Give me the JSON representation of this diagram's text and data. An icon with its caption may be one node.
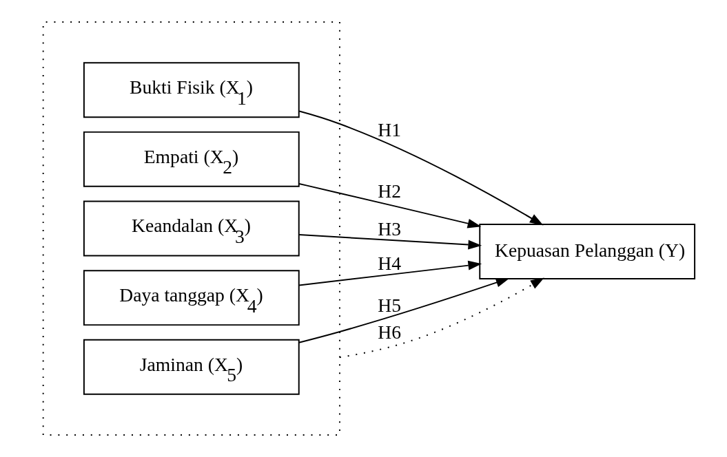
{
  "diagram": {
    "nodes": [
      {
        "text": [],
        "shape": "box"
      },
      {
        "text": [
          "Bukti Fisik (X$_{1}$)"
        ],
        "in": 0
      },
      {
        "text": [
          "Empati (X$_{2}$)"
        ],
        "in": 0
      },
      {
        "text": [
          "Keandalan (X$_{3}$)"
        ],
        "in": 0
      },
      {
        "text": [
          "Daya tanggap (X$_{4}$)"
        ],
        "in": 0
      },
      {
        "text": [
          "Jaminan (X$_{5}$)"
        ],
        "in": 0
      },
      {
        "text": [
          "Kepuasan Pelanggan (Y)"
        ]
      }
    ],
    "edges": [
      {
        "from": 1,
        "to": 6,
        "arrow": "to",
        "label": "H1"
      },
      {
        "from": 2,
        "to": 6,
        "arrow": "to",
        "label": "H2"
      },
      {
        "from": 3,
        "to": 6,
        "arrow": "to",
        "label": "H3"
      },
      {
        "from": 4,
        "to": 6,
        "arrow": "to",
        "label": "H4"
      },
      {
        "from": 5,
        "to": 6,
        "arrow": "to",
        "label": "H5"
      },
      {
        "from": 0,
        "to": 6,
        "arrow": "to",
        "label": "H6",
        "style": "dashed"
      }
    ]
  }
}
